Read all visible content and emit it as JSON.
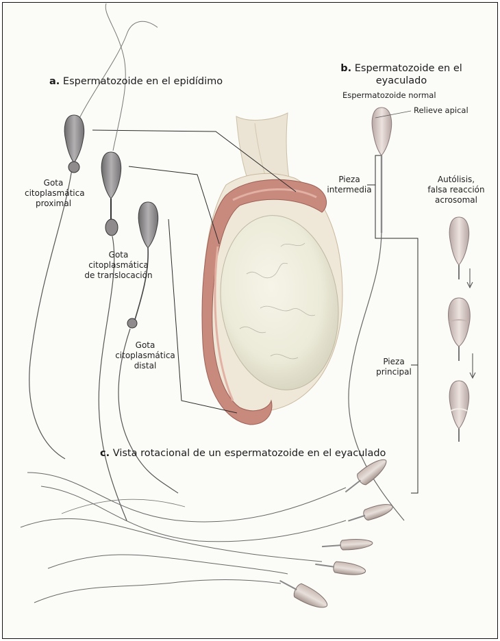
{
  "figure": {
    "section_a": {
      "letter": "a.",
      "title": "Espermatozoide en el epidídimo"
    },
    "section_b": {
      "letter": "b.",
      "title_line1": "Espermatozoide en el",
      "title_line2": "eyaculado"
    },
    "section_c": {
      "letter": "c.",
      "title": "Vista rotacional de un espermatozoide en el eyaculado"
    },
    "labels": {
      "gota_proximal": [
        "Gota",
        "citoplasmática",
        "proximal"
      ],
      "gota_translocacion": [
        "Gota",
        "citoplasmática",
        "de translocación"
      ],
      "gota_distal": [
        "Gota",
        "citoplasmática",
        "distal"
      ],
      "espermatozoide_normal": "Espermatozoide normal",
      "relieve_apical": "Relieve apical",
      "pieza_intermedia": [
        "Pieza",
        "intermedia"
      ],
      "pieza_principal": [
        "Pieza",
        "principal"
      ],
      "autolisis": [
        "Autólisis,",
        "falsa reacción",
        "acrosomal"
      ]
    }
  }
}
